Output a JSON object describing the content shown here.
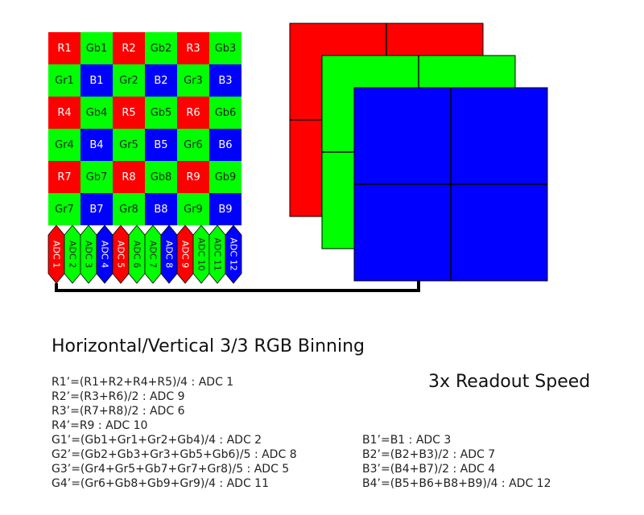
{
  "grid": {
    "rows": [
      [
        {
          "label": "R1",
          "color": "red"
        },
        {
          "label": "Gb1",
          "color": "green"
        },
        {
          "label": "R2",
          "color": "red"
        },
        {
          "label": "Gb2",
          "color": "green"
        },
        {
          "label": "R3",
          "color": "red"
        },
        {
          "label": "Gb3",
          "color": "green"
        }
      ],
      [
        {
          "label": "Gr1",
          "color": "green"
        },
        {
          "label": "B1",
          "color": "blue"
        },
        {
          "label": "Gr2",
          "color": "green"
        },
        {
          "label": "B2",
          "color": "blue"
        },
        {
          "label": "Gr3",
          "color": "green"
        },
        {
          "label": "B3",
          "color": "blue"
        }
      ],
      [
        {
          "label": "R4",
          "color": "red"
        },
        {
          "label": "Gb4",
          "color": "green"
        },
        {
          "label": "R5",
          "color": "red"
        },
        {
          "label": "Gb5",
          "color": "green"
        },
        {
          "label": "R6",
          "color": "red"
        },
        {
          "label": "Gb6",
          "color": "green"
        }
      ],
      [
        {
          "label": "Gr4",
          "color": "green"
        },
        {
          "label": "B4",
          "color": "blue"
        },
        {
          "label": "Gr5",
          "color": "green"
        },
        {
          "label": "B5",
          "color": "blue"
        },
        {
          "label": "Gr6",
          "color": "green"
        },
        {
          "label": "B6",
          "color": "blue"
        }
      ],
      [
        {
          "label": "R7",
          "color": "red"
        },
        {
          "label": "Gb7",
          "color": "green"
        },
        {
          "label": "R8",
          "color": "red"
        },
        {
          "label": "Gb8",
          "color": "green"
        },
        {
          "label": "R9",
          "color": "red"
        },
        {
          "label": "Gb9",
          "color": "green"
        }
      ],
      [
        {
          "label": "Gr7",
          "color": "green"
        },
        {
          "label": "B7",
          "color": "blue"
        },
        {
          "label": "Gr8",
          "color": "green"
        },
        {
          "label": "B8",
          "color": "blue"
        },
        {
          "label": "Gr9",
          "color": "green"
        },
        {
          "label": "B9",
          "color": "blue"
        }
      ]
    ]
  },
  "adcs": [
    {
      "label": "ADC 1",
      "color": "red"
    },
    {
      "label": "ADC 2",
      "color": "green"
    },
    {
      "label": "ADC 3",
      "color": "green"
    },
    {
      "label": "ADC 4",
      "color": "blue"
    },
    {
      "label": "ADC 5",
      "color": "red"
    },
    {
      "label": "ADC 6",
      "color": "green"
    },
    {
      "label": "ADC 7",
      "color": "green"
    },
    {
      "label": "ADC 8",
      "color": "blue"
    },
    {
      "label": "ADC 9",
      "color": "red"
    },
    {
      "label": "ADC 10",
      "color": "green"
    },
    {
      "label": "ADC 11",
      "color": "green"
    },
    {
      "label": "ADC 12",
      "color": "blue"
    }
  ],
  "colors": {
    "red": "#ff0000",
    "green": "#00ff00",
    "blue": "#0000ff",
    "line": "#000000"
  },
  "title": "Horizontal/Vertical 3/3 RGB Binning",
  "readout_speed": "3x Readout Speed",
  "formulas_left": [
    "R1’=(R1+R2+R4+R5)/4 : ADC 1",
    "R2’=(R3+R6)/2 : ADC 9",
    "R3’=(R7+R8)/2 : ADC 6",
    "R4’=R9 : ADC 10",
    "G1’=(Gb1+Gr1+Gr2+Gb4)/4 : ADC 2",
    "G2’=(Gb2+Gb3+Gr3+Gb5+Gb6)/5 : ADC 8",
    "G3’=(Gr4+Gr5+Gb7+Gr7+Gr8)/5 : ADC 5",
    "G4’=(Gr6+Gb8+Gb9+Gr9)/4 : ADC 11"
  ],
  "formulas_right": [
    "B1’=B1 : ADC 3",
    "B2’=(B2+B3)/2 : ADC 7",
    "B3’=(B4+B7)/2 : ADC 4",
    "B4’=(B5+B6+B8+B9)/4 : ADC 12"
  ]
}
